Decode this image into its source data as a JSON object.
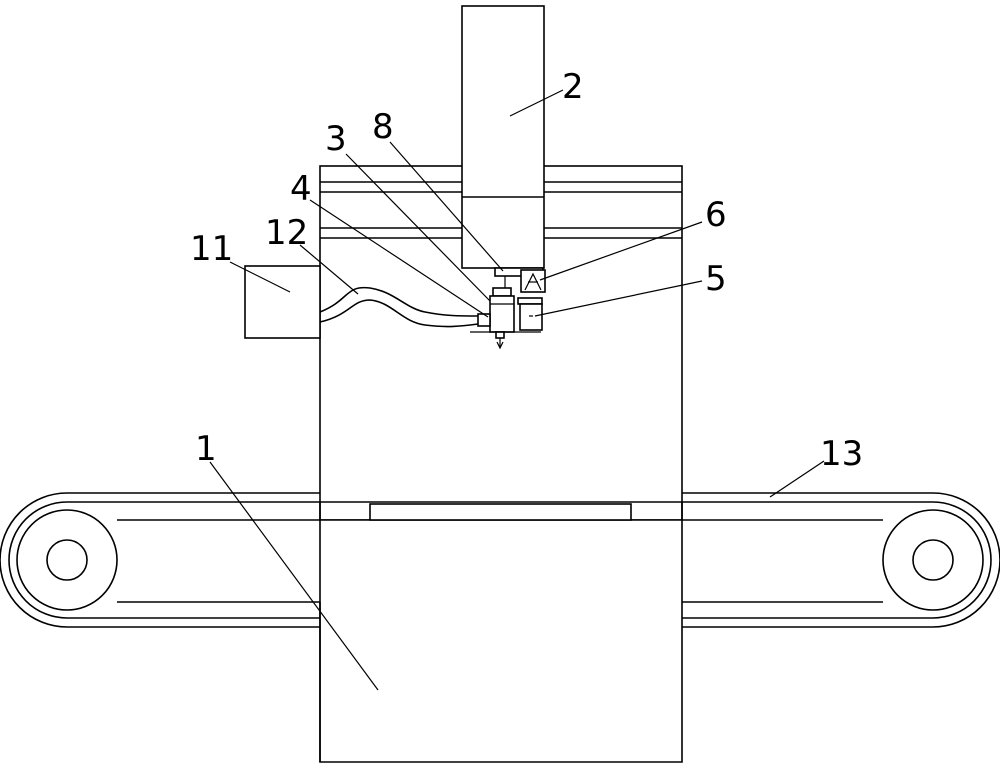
{
  "colors": {
    "stroke": "#000000",
    "background": "#ffffff"
  },
  "labels": {
    "l1": "1",
    "l2": "2",
    "l3": "3",
    "l4": "4",
    "l5": "5",
    "l6": "6",
    "l8": "8",
    "l11": "11",
    "l12": "12",
    "l13": "13"
  }
}
